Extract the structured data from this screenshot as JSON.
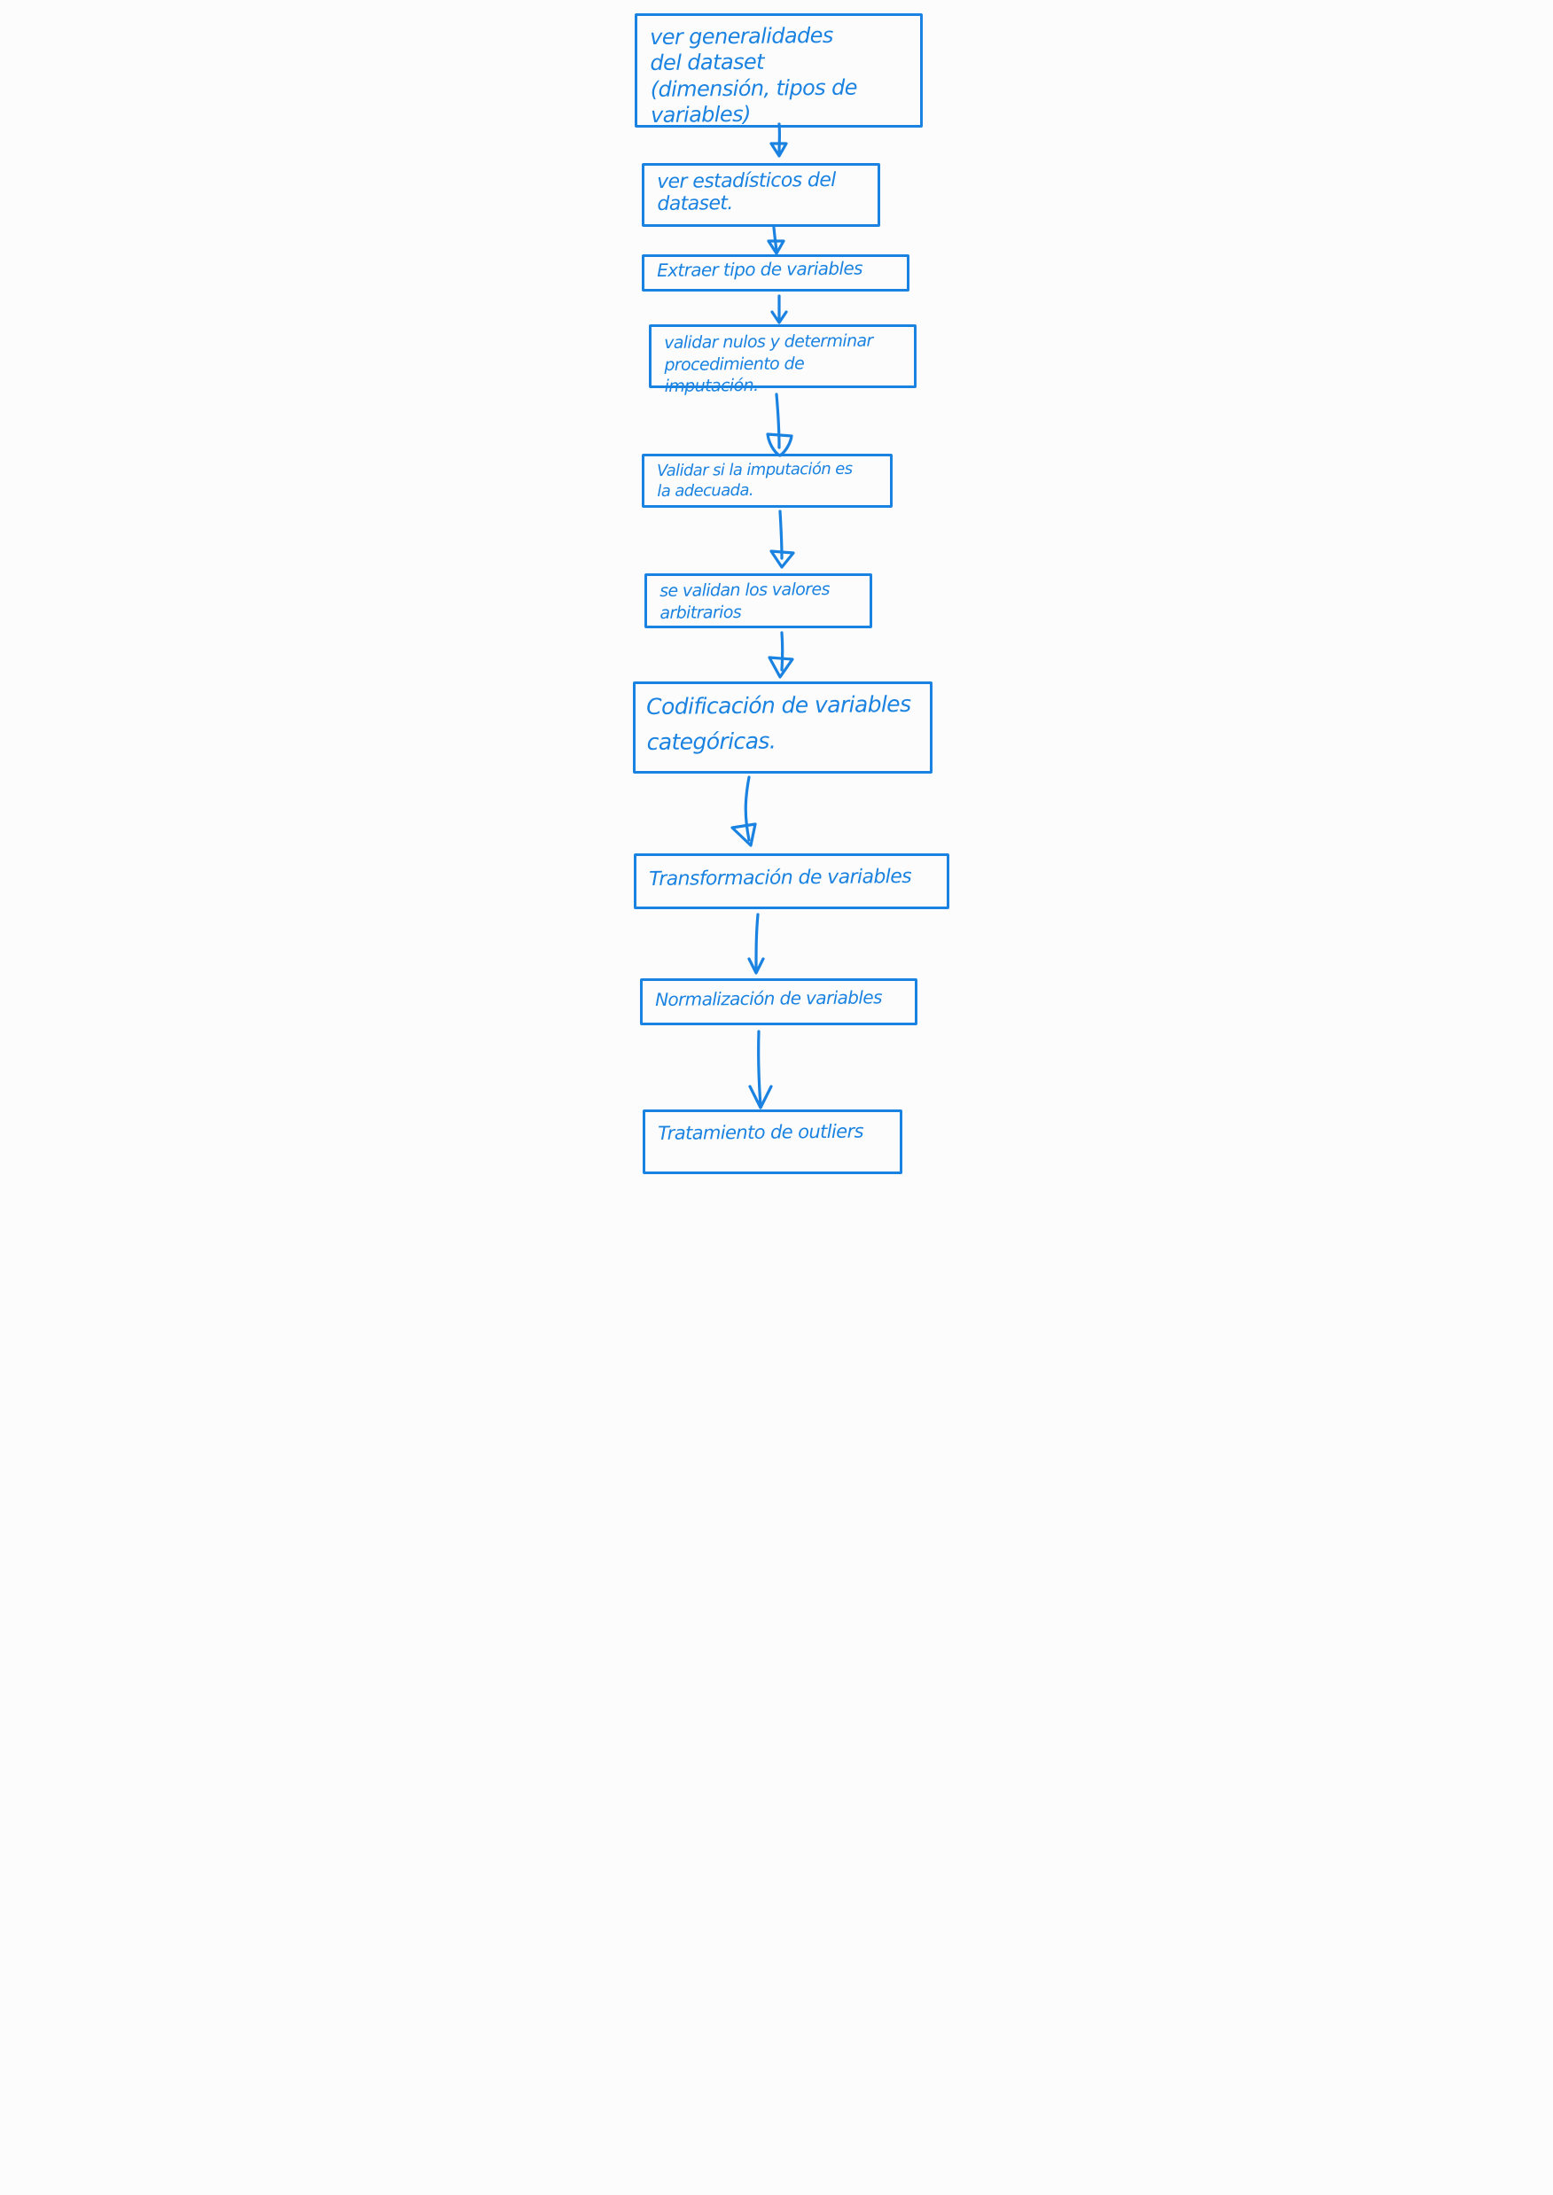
{
  "diagram": {
    "type": "flowchart",
    "direction": "top-to-bottom",
    "colors": {
      "ink": "#1a82e0",
      "background": "#fcfcfc"
    },
    "steps": [
      {
        "id": "s1",
        "text": "ver generalidades\ndel dataset\n(dimensión, tipos de variables)"
      },
      {
        "id": "s2",
        "text": "ver estadísticos del\ndataset."
      },
      {
        "id": "s3",
        "text": "Extraer tipo de variables"
      },
      {
        "id": "s4",
        "text": "validar nulos y determinar\nprocedimiento de imputación."
      },
      {
        "id": "s5",
        "text": "Validar si la imputación es\nla adecuada."
      },
      {
        "id": "s6",
        "text": "se validan los valores\narbitrarios"
      },
      {
        "id": "s7",
        "text": "Codificación de variables\ncategóricas."
      },
      {
        "id": "s8",
        "text": "Transformación de variables"
      },
      {
        "id": "s9",
        "text": "Normalización de variables"
      },
      {
        "id": "s10",
        "text": "Tratamiento de outliers"
      }
    ],
    "connections": [
      {
        "from": "s1",
        "to": "s2"
      },
      {
        "from": "s2",
        "to": "s3"
      },
      {
        "from": "s3",
        "to": "s4"
      },
      {
        "from": "s4",
        "to": "s5"
      },
      {
        "from": "s5",
        "to": "s6"
      },
      {
        "from": "s6",
        "to": "s7"
      },
      {
        "from": "s7",
        "to": "s8"
      },
      {
        "from": "s8",
        "to": "s9"
      },
      {
        "from": "s9",
        "to": "s10"
      }
    ]
  }
}
